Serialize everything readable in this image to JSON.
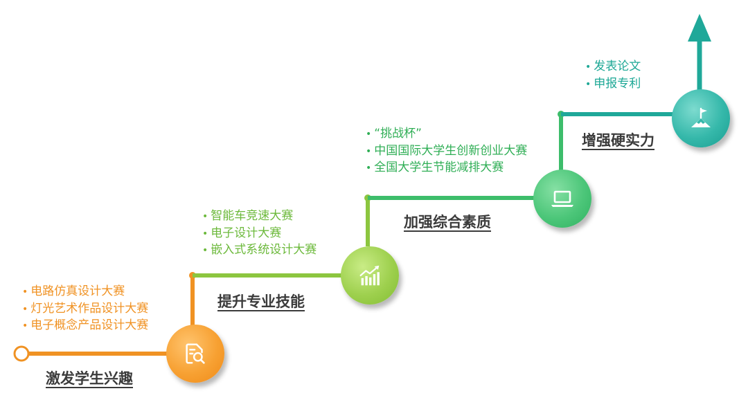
{
  "stages": [
    {
      "title": "激发学生兴趣",
      "items": [
        "电路仿真设计大赛",
        "灯光艺术作品设计大赛",
        "电子概念产品设计大赛"
      ],
      "color": "#f09223",
      "icon": "document-search-icon"
    },
    {
      "title": "提升专业技能",
      "items": [
        "智能车竞速大赛",
        "电子设计大赛",
        "嵌入式系统设计大赛"
      ],
      "color": "#8cc63f",
      "icon": "bar-chart-growth-icon"
    },
    {
      "title": "加强综合素质",
      "items": [
        "“挑战杯”",
        "中国国际大学生创新创业大赛",
        "全国大学生节能减排大赛"
      ],
      "color": "#3dbd6b",
      "icon": "laptop-icon"
    },
    {
      "title": "增强硬实力",
      "items": [
        "发表论文",
        "申报专利"
      ],
      "color": "#1fa899",
      "icon": "mountain-flag-icon"
    }
  ],
  "bullet_symbol": "•"
}
